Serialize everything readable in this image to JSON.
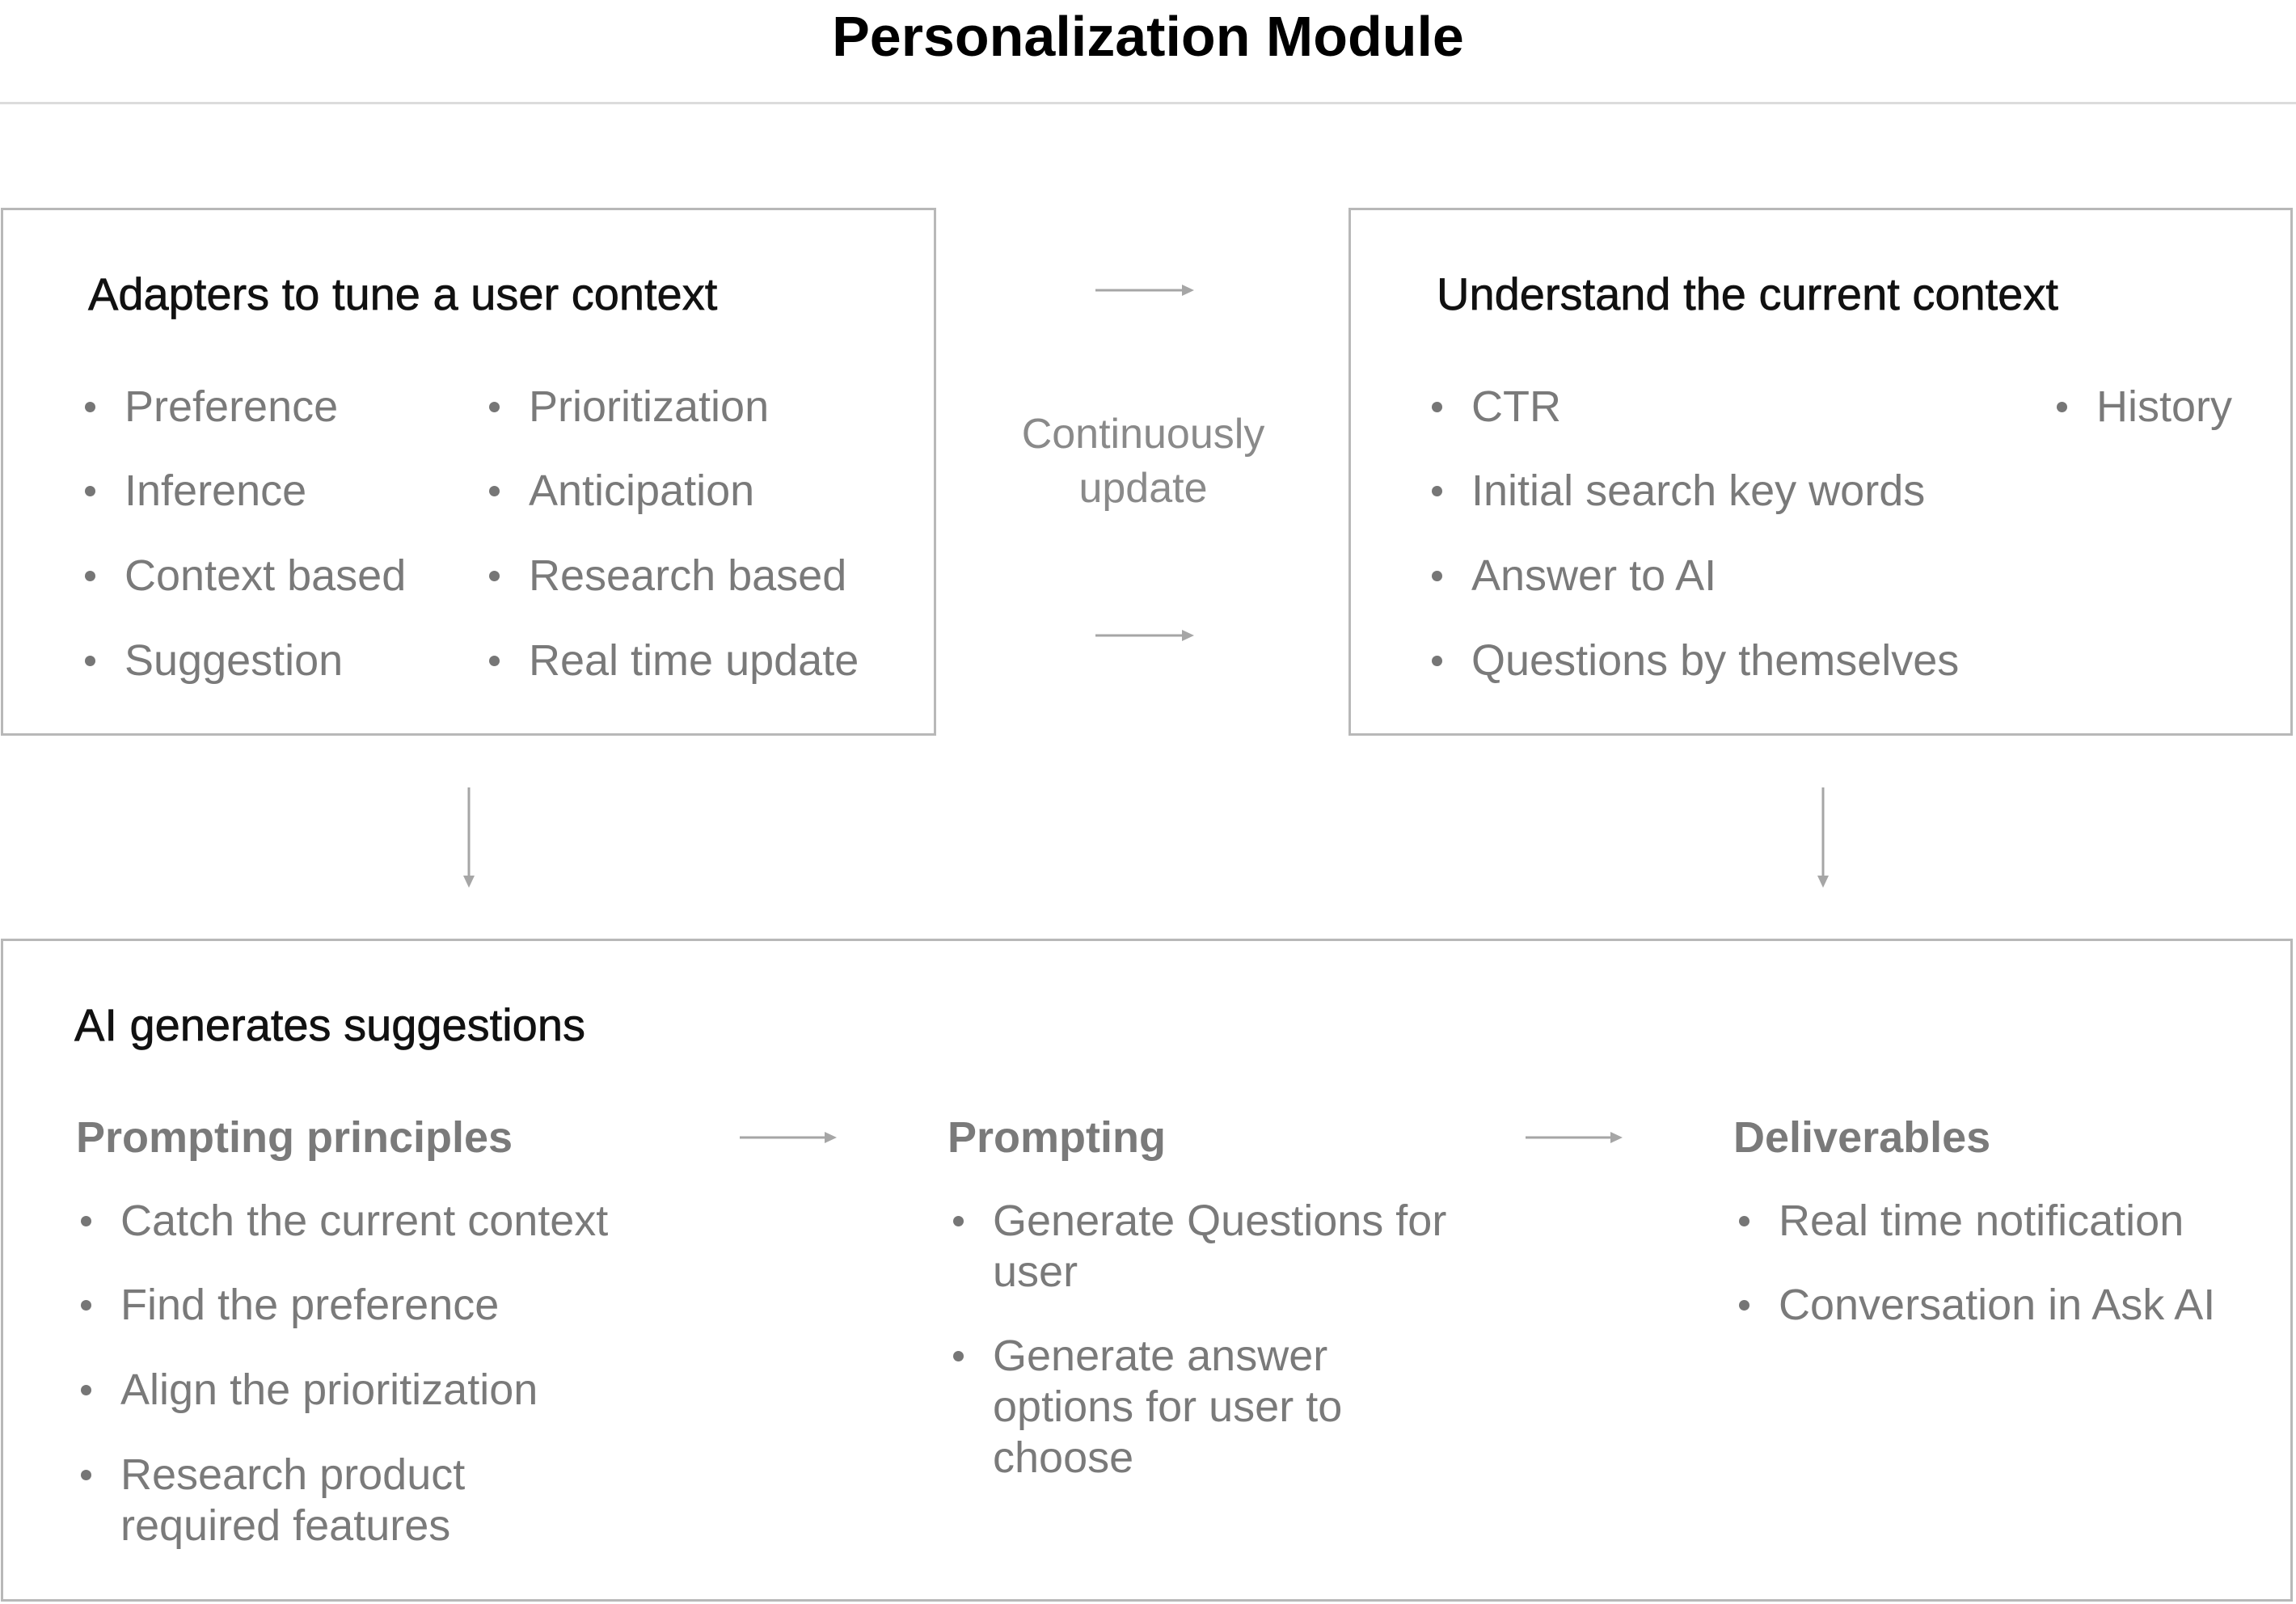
{
  "title": "Personalization Module",
  "colors": {
    "text": "#7a7a7a",
    "heading": "#111111",
    "border": "#b8b8b8",
    "arrow": "#a6a6a6",
    "divider": "#dcdcdc"
  },
  "adapters": {
    "heading": "Adapters to tune a user context",
    "col1": [
      "Preference",
      "Inference",
      "Context based",
      "Suggestion"
    ],
    "col2": [
      "Prioritization",
      "Anticipation",
      "Research based",
      "Real time update"
    ]
  },
  "flow_label": "Continuously update",
  "context": {
    "heading": "Understand the current context",
    "col1": [
      "CTR",
      "Initial search key words",
      "Answer to AI",
      "Questions by themselves"
    ],
    "col2": [
      "History"
    ]
  },
  "suggestions": {
    "heading": "AI generates suggestions",
    "columns": [
      {
        "title": "Prompting principles",
        "items": [
          "Catch the current context",
          "Find the preference",
          "Align the prioritization",
          "Research product required features"
        ]
      },
      {
        "title": "Prompting",
        "items": [
          "Generate Questions for user",
          "Generate answer options for user to choose"
        ]
      },
      {
        "title": "Deliverables",
        "items": [
          "Real time notification",
          "Conversation in Ask AI"
        ]
      }
    ]
  },
  "icons": [
    "arrow-right-icon",
    "arrow-down-icon"
  ]
}
